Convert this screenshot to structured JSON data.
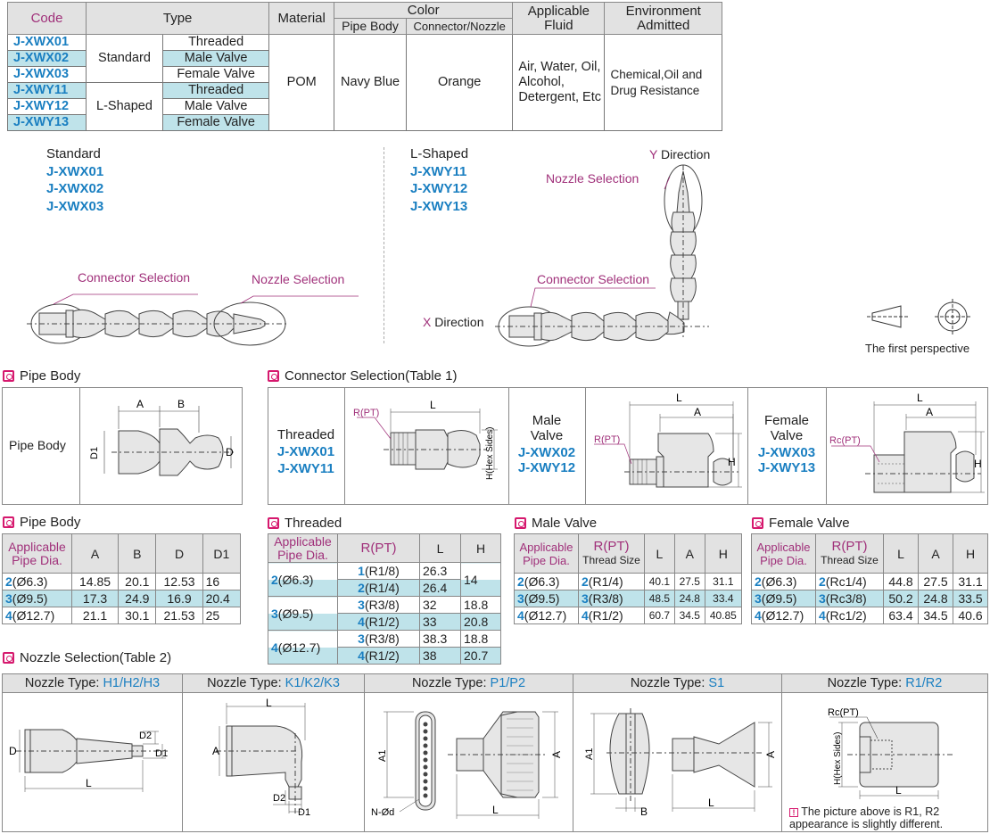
{
  "top_table": {
    "headers": {
      "code": "Code",
      "type": "Type",
      "material": "Material",
      "color": "Color",
      "pipe_body": "Pipe Body",
      "connector_nozzle": "Connector/Nozzle",
      "fluid": "Applicable Fluid",
      "environment": "Environment Admitted"
    },
    "rows": [
      {
        "code": "J-XWX01",
        "subtype": "Threaded"
      },
      {
        "code": "J-XWX02",
        "subtype": "Male Valve"
      },
      {
        "code": "J-XWX03",
        "subtype": "Female Valve"
      },
      {
        "code": "J-XWY11",
        "subtype": "Threaded"
      },
      {
        "code": "J-XWY12",
        "subtype": "Male Valve"
      },
      {
        "code": "J-XWY13",
        "subtype": "Female Valve"
      }
    ],
    "type_standard": "Standard",
    "type_lshaped": "L-Shaped",
    "material": "POM",
    "pipe_color": "Navy Blue",
    "connector_color": "Orange",
    "fluid": "Air, Water, Oil, Alcohol, Detergent, Etc",
    "environment": "Chemical,Oil and Drug Resistance"
  },
  "standard": {
    "title": "Standard",
    "codes": [
      "J-XWX01",
      "J-XWX02",
      "J-XWX03"
    ],
    "connector_label": "Connector Selection",
    "nozzle_label": "Nozzle Selection"
  },
  "lshaped": {
    "title": "L-Shaped",
    "codes": [
      "J-XWY11",
      "J-XWY12",
      "J-XWY13"
    ],
    "y_letter": "Y",
    "y_text": " Direction",
    "x_letter": "X",
    "x_text": " Direction",
    "nozzle_label": "Nozzle Selection",
    "connector_label": "Connector Selection"
  },
  "perspective_label": "The first perspective",
  "pipe_body_section": {
    "title": "Pipe Body",
    "label": "Pipe Body",
    "dims": [
      "A",
      "B",
      "D",
      "D1"
    ]
  },
  "connector_section": {
    "title": "Connector Selection(Table 1)",
    "threaded": {
      "label": "Threaded",
      "codes": [
        "J-XWX01",
        "J-XWY11"
      ],
      "rpt": "R(PT)",
      "L": "L",
      "hex": "H(Hex Sides)"
    },
    "male": {
      "label1": "Male",
      "label2": "Valve",
      "codes": [
        "J-XWX02",
        "J-XWY12"
      ],
      "rpt": "R(PT)",
      "L": "L",
      "A": "A",
      "H": "H"
    },
    "female": {
      "label1": "Female",
      "label2": "Valve",
      "codes": [
        "J-XWX03",
        "J-XWY13"
      ],
      "rpt": "Rc(PT)",
      "L": "L",
      "A": "A",
      "H": "H"
    }
  },
  "pipe_table": {
    "title": "Pipe Body",
    "headers": [
      "Applicable Pipe Dia.",
      "A",
      "B",
      "D",
      "D1"
    ],
    "rows": [
      {
        "n": "2",
        "dia": "(Ø6.3)",
        "v": [
          "14.85",
          "20.1",
          "12.53",
          "16"
        ]
      },
      {
        "n": "3",
        "dia": "(Ø9.5)",
        "v": [
          "17.3",
          "24.9",
          "16.9",
          "20.4"
        ]
      },
      {
        "n": "4",
        "dia": "(Ø12.7)",
        "v": [
          "21.1",
          "30.1",
          "21.53",
          "25"
        ]
      }
    ]
  },
  "threaded_table": {
    "title": "Threaded",
    "headers": [
      "Applicable Pipe Dia.",
      "R(PT)",
      "L",
      "H"
    ],
    "groups": [
      {
        "n": "2",
        "dia": "(Ø6.3)",
        "h": "14",
        "rows": [
          {
            "tn": "1",
            "t": "(R1/8)",
            "l": "26.3"
          },
          {
            "tn": "2",
            "t": "(R1/4)",
            "l": "26.4"
          }
        ]
      },
      {
        "n": "3",
        "dia": "(Ø9.5)",
        "rows": [
          {
            "tn": "3",
            "t": "(R3/8)",
            "l": "32",
            "h": "18.8"
          },
          {
            "tn": "4",
            "t": "(R1/2)",
            "l": "33",
            "h": "20.8"
          }
        ]
      },
      {
        "n": "4",
        "dia": "(Ø12.7)",
        "rows": [
          {
            "tn": "3",
            "t": "(R3/8)",
            "l": "38.3",
            "h": "18.8"
          },
          {
            "tn": "4",
            "t": "(R1/2)",
            "l": "38",
            "h": "20.7"
          }
        ]
      }
    ]
  },
  "male_table": {
    "title": "Male Valve",
    "headers": [
      "Applicable Pipe Dia.",
      "R(PT)",
      "Thread Size",
      "L",
      "A",
      "H"
    ],
    "rows": [
      {
        "n": "2",
        "dia": "(Ø6.3)",
        "tn": "2",
        "t": "(R1/4)",
        "v": [
          "40.1",
          "27.5",
          "31.1"
        ]
      },
      {
        "n": "3",
        "dia": "(Ø9.5)",
        "tn": "3",
        "t": "(R3/8)",
        "v": [
          "48.5",
          "24.8",
          "33.4"
        ]
      },
      {
        "n": "4",
        "dia": "(Ø12.7)",
        "tn": "4",
        "t": "(R1/2)",
        "v": [
          "60.7",
          "34.5",
          "40.85"
        ]
      }
    ]
  },
  "female_table": {
    "title": "Female Valve",
    "headers": [
      "Applicable Pipe Dia.",
      "R(PT)",
      "Thread Size",
      "L",
      "A",
      "H"
    ],
    "rows": [
      {
        "n": "2",
        "dia": "(Ø6.3)",
        "tn": "2",
        "t": "(Rc1/4)",
        "v": [
          "44.8",
          "27.5",
          "31.1"
        ]
      },
      {
        "n": "3",
        "dia": "(Ø9.5)",
        "tn": "3",
        "t": "(Rc3/8)",
        "v": [
          "50.2",
          "24.8",
          "33.5"
        ]
      },
      {
        "n": "4",
        "dia": "(Ø12.7)",
        "tn": "4",
        "t": "(Rc1/2)",
        "v": [
          "63.4",
          "34.5",
          "40.6"
        ]
      }
    ]
  },
  "nozzle_section": {
    "title": "Nozzle Selection(Table 2)",
    "prefix": "Nozzle Type: ",
    "types": [
      "H1/H2/H3",
      "K1/K2/K3",
      "P1/P2",
      "S1",
      "R1/R2"
    ],
    "note": "The picture above is R1, R2 appearance is slightly different.",
    "rc": "Rc(PT)",
    "hex": "H(Hex Sides)",
    "nd": "N-Ød"
  },
  "colors": {
    "blue": "#1a7fc1",
    "pink": "#a0307a",
    "cyan": "#bfe3ea",
    "header_gray": "#e2e2e2",
    "icon_red": "#d6196e"
  }
}
